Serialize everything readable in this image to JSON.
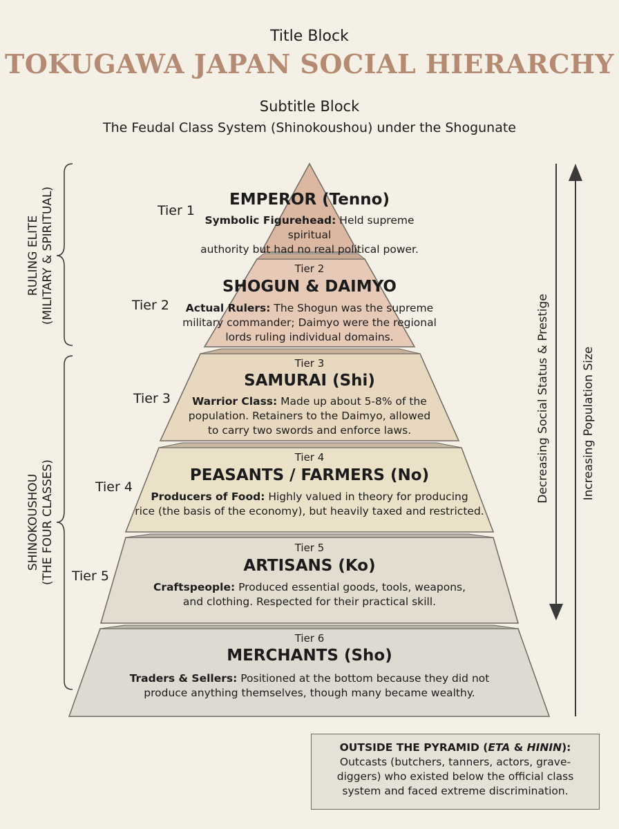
{
  "header": {
    "title_label": "Title Block",
    "title": "TOKUGAWA JAPAN SOCIAL HIERARCHY",
    "subtitle_label": "Subtitle Block",
    "subtitle": "The Feudal Class System (Shinokoushou) under the Shogunate"
  },
  "groups": {
    "ruling_elite": [
      "RULING ELITE",
      "(MILITARY & SPIRITUAL)"
    ],
    "shinokoushou": [
      "SHINOKOUSHOU",
      "(THE FOUR CLASSES)"
    ]
  },
  "axes": {
    "status": "Decreasing Social Status & Prestige",
    "population": "Increasing Population Size"
  },
  "tiers": [
    {
      "side_label": "Tier 1",
      "inner_label": "",
      "name": "EMPEROR (Tenno)",
      "desc_bold": "Symbolic Figurehead:",
      "desc_lines": [
        " Held supreme spiritual",
        "authority but had no real political power."
      ],
      "fill": "#dcb8a2"
    },
    {
      "side_label": "Tier 2",
      "inner_label": "Tier 2",
      "name": "SHOGUN & DAIMYO",
      "desc_bold": "Actual Rulers:",
      "desc_lines": [
        " The Shogun was the supreme",
        "military commander; Daimyo were the regional",
        "lords ruling individual domains."
      ],
      "fill": "#e6c9b6"
    },
    {
      "side_label": "Tier 3",
      "inner_label": "Tier 3",
      "name": "SAMURAI (Shi)",
      "desc_bold": "Warrior Class:",
      "desc_lines": [
        " Made up about 5-8% of the",
        "population. Retainers to the Daimyo, allowed",
        "to carry two swords and enforce laws."
      ],
      "fill": "#e8d8c0"
    },
    {
      "side_label": "Tier 4",
      "inner_label": "Tier 4",
      "name": "PEASANTS / FARMERS (No)",
      "desc_bold": "Producers of Food:",
      "desc_lines": [
        " Highly valued in theory for producing",
        "rice (the basis of the economy), but heavily taxed and restricted."
      ],
      "fill": "#ebe0c8"
    },
    {
      "side_label": "Tier 5",
      "inner_label": "Tier 5",
      "name": "ARTISANS (Ko)",
      "desc_bold": "Craftspeople:",
      "desc_lines": [
        " Produced essential goods, tools, weapons,",
        "and clothing. Respected for their practical skill."
      ],
      "fill": "#e3ddd0"
    },
    {
      "side_label": "",
      "inner_label": "Tier 6",
      "name": "MERCHANTS (Sho)",
      "desc_bold": "Traders & Sellers:",
      "desc_lines": [
        " Positioned at the bottom because they did not",
        "produce anything themselves, though many became wealthy."
      ],
      "fill": "#dedad2"
    }
  ],
  "outside": {
    "title_pre": "OUTSIDE THE PYRAMID (",
    "title_eta": "ETA",
    "title_mid": " & ",
    "title_hinin": "HININ",
    "title_post": "):",
    "lines": [
      "Outcasts (butchers, tanners, actors, grave-",
      "diggers) who existed below the official class",
      "system and faced extreme discrimination."
    ]
  },
  "colors": {
    "background": "#f5f0e6",
    "title": "#b58a72",
    "stroke": "#6e6a62",
    "bracket": "#333333",
    "arrow": "#3a3a3a"
  }
}
